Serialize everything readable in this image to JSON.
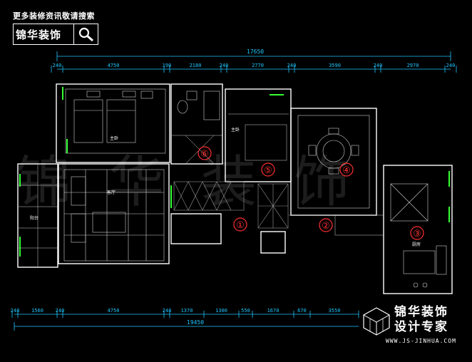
{
  "banner": "更多装修资讯敬请搜索",
  "brand": {
    "name": "锦华装饰"
  },
  "icons": {
    "search": "search-icon",
    "logo": "cube-logo-icon"
  },
  "colors": {
    "walls": "#ffffff",
    "dimensions": "#1ec7ff",
    "markers": "#ff3030",
    "glazing": "#33ff33"
  },
  "dimensions": {
    "top_total": "17650",
    "top": [
      "240",
      "4750",
      "190",
      "2180",
      "240",
      "2770",
      "240",
      "3590",
      "240",
      "2970",
      "240"
    ],
    "bottom_total": "19450",
    "bottom": [
      "240",
      "1560",
      "240",
      "4750",
      "240",
      "1370",
      "1300",
      "550",
      "1670",
      "670",
      "3550"
    ]
  },
  "markers": [
    "①",
    "②",
    "③",
    "④",
    "⑤",
    "⑥"
  ],
  "watermark": "锦华装饰",
  "logo": {
    "line1": "锦华装饰",
    "line2": "设计专家",
    "url": "WWW.JS-JINHUA.COM"
  }
}
